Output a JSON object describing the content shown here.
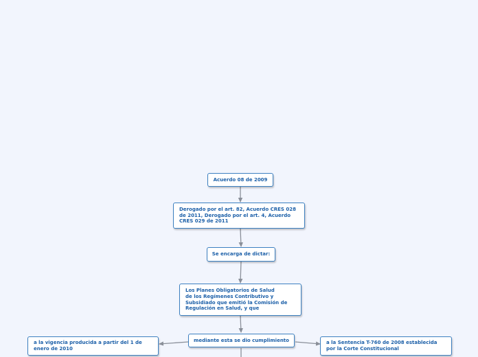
{
  "nodes": {
    "root": "Acuerdo 08 de 2009",
    "derogado": "Derogado por el art. 82, Acuerdo CRES 028\nde 2011, Derogado por el art. 4, Acuerdo\nCRES 029 de 2011",
    "dictar": "Se encarga de dictar:",
    "planes": "Los Planes Obligatorios de Salud\nde los Regímenes Contributivo y\nSubsidiado que emitió la Comisión de\nRegulación en Salud, y que",
    "cumplimiento": "mediante esta se dio cumplimiento",
    "vigencia": "a la vigencia producida a partir del 1 de\nenero de 2010",
    "sentencia": "a la Sentencia T-760 de 2008 establecida\npor la Corte Constitucional"
  },
  "colors": {
    "background": "#f2f5fd",
    "node_border": "#3b7fc0",
    "node_text": "#1b5fa8",
    "connector": "#8a8f99"
  }
}
